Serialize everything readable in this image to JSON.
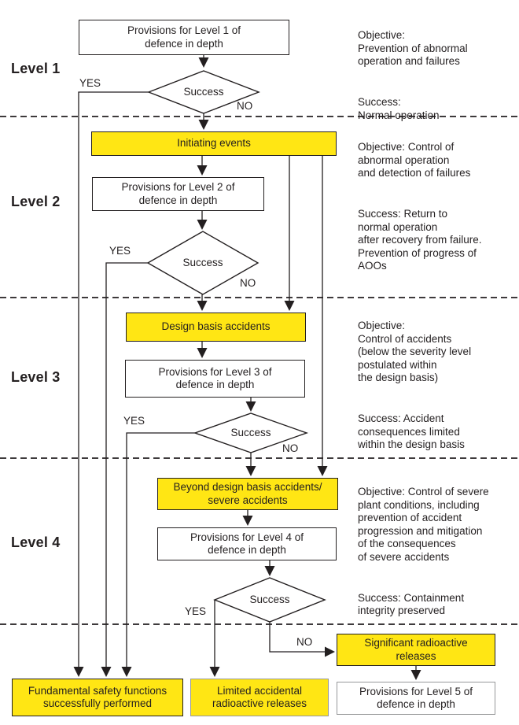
{
  "title": "Defence in depth flowchart",
  "colors": {
    "highlight_yellow": "#ffe614",
    "line_black": "#231f20",
    "grey_border": "#97989a"
  },
  "levels": [
    {
      "label": "Level 1",
      "provision": "Provisions for Level 1 of\ndefence in depth",
      "decision": "Success",
      "yes_label": "YES",
      "no_label": "NO",
      "objective": "Objective:\nPrevention of abnormal\noperation and failures",
      "success": "Success:\nNormal operation"
    },
    {
      "label": "Level 2",
      "event": "Initiating events",
      "provision": "Provisions for Level 2 of\ndefence in depth",
      "decision": "Success",
      "yes_label": "YES",
      "no_label": "NO",
      "objective": "Objective: Control of\nabnormal operation\nand detection of failures",
      "success": "Success: Return to\nnormal operation\nafter recovery from failure.\nPrevention of progress of\nAOOs"
    },
    {
      "label": "Level 3",
      "event": "Design basis accidents",
      "provision": "Provisions for Level 3 of\ndefence in depth",
      "decision": "Success",
      "yes_label": "YES",
      "no_label": "NO",
      "objective": "Objective:\nControl of accidents\n(below the severity level\npostulated within\nthe design basis)",
      "success": "Success: Accident\nconsequences limited\nwithin the design basis"
    },
    {
      "label": "Level 4",
      "event": "Beyond design basis accidents/\nsevere accidents",
      "provision": "Provisions for Level 4 of\ndefence in depth",
      "decision": "Success",
      "yes_label": "YES",
      "no_label": "NO",
      "objective": "Objective: Control of severe\nplant conditions, including\nprevention of accident\nprogression and mitigation\nof the consequences\nof severe accidents",
      "success": "Success: Containment\nintegrity preserved"
    }
  ],
  "outcomes": {
    "fundamental": "Fundamental safety functions\nsuccessfully performed",
    "limited": "Limited accidental\nradioactive releases",
    "significant": "Significant radioactive\nreleases",
    "level5_provision": "Provisions for Level 5 of\ndefence in depth"
  }
}
